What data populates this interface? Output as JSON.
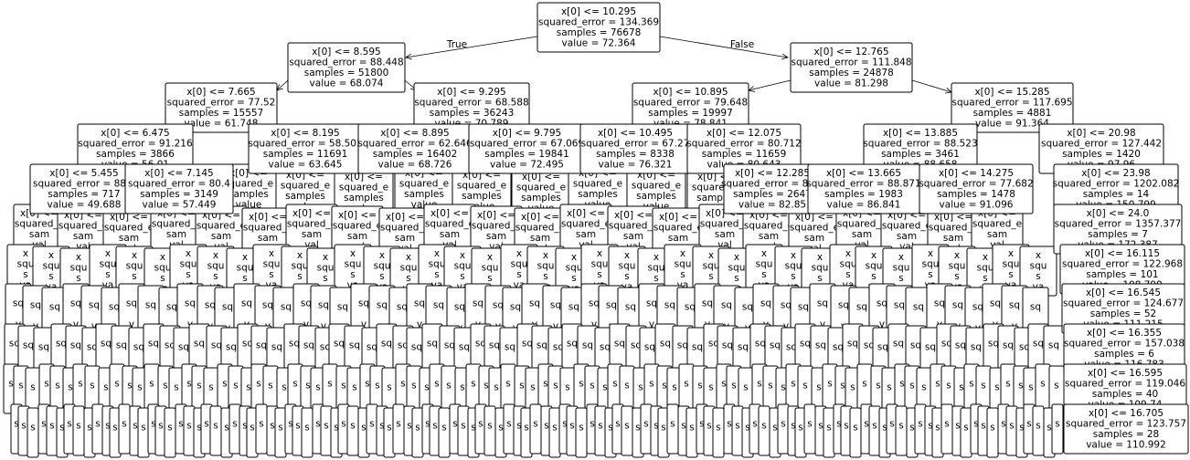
{
  "tree": {
    "edge_labels": {
      "true": "True",
      "false": "False"
    },
    "nodes": {
      "root": {
        "lines": [
          "x[0] <= 10.295",
          "squared_error = 134.369",
          "samples = 76678",
          "value = 72.364"
        ]
      },
      "n_l": {
        "lines": [
          "x[0] <= 8.595",
          "squared_error = 88.448",
          "samples = 51800",
          "value = 68.074"
        ]
      },
      "n_r": {
        "lines": [
          "x[0] <= 12.765",
          "squared_error = 111.848",
          "samples = 24878",
          "value = 81.298"
        ]
      },
      "n_ll": {
        "lines": [
          "x[0] <= 7.665",
          "squared_error = 77.52",
          "samples = 15557",
          "value = 61.748"
        ]
      },
      "n_lr": {
        "lines": [
          "x[0] <= 9.295",
          "squared_error = 68.588",
          "samples = 36243",
          "value = 70.789"
        ]
      },
      "n_rl": {
        "lines": [
          "x[0] <= 10.895",
          "squared_error = 79.648",
          "samples = 19997",
          "value = 78.841"
        ]
      },
      "n_rr": {
        "lines": [
          "x[0] <= 15.285",
          "squared_error = 117.695",
          "samples = 4881",
          "value = 91.364"
        ]
      },
      "d3_a": {
        "lines": [
          "x[0] <= 6.475",
          "squared_error = 91.216",
          "samples = 3866",
          "value = 56.01"
        ]
      },
      "d3_b": {
        "lines": [
          "x[0] <= 8.195",
          "squared_error = 58.503",
          "samples = 11691",
          "value = 63.645"
        ]
      },
      "d3_c": {
        "lines": [
          "x[0] <= 8.895",
          "squared_error = 62.646",
          "samples = 16402",
          "value = 68.726"
        ]
      },
      "d3_d": {
        "lines": [
          "x[0] <= 9.795",
          "squared_error = 67.069",
          "samples = 19841",
          "value = 72.495"
        ]
      },
      "d3_e": {
        "lines": [
          "x[0] <= 10.495",
          "squared_error = 67.27",
          "samples = 8338",
          "value = 76.321"
        ]
      },
      "d3_f": {
        "lines": [
          "x[0] <= 12.075",
          "squared_error = 80.712",
          "samples = 11659",
          "value = 80.643"
        ]
      },
      "d3_g": {
        "lines": [
          "x[0] <= 13.885",
          "squared_error = 88.523",
          "samples = 3461",
          "value = 88.658"
        ]
      },
      "d3_h": {
        "lines": [
          "x[0] <= 20.98",
          "squared_error = 127.442",
          "samples = 1420",
          "value = 97.96"
        ]
      },
      "d4_a": {
        "lines": [
          "x[0] <= 5.455",
          "squared_error = 88.9",
          "samples = 717",
          "value = 49.688"
        ]
      },
      "d4_b": {
        "lines": [
          "x[0] <= 7.145",
          "squared_error = 80.4",
          "samples = 3149",
          "value = 57.449"
        ]
      },
      "d4_m": {
        "lines": [
          "x[0] <= 12.285",
          "squared_error = 82.9",
          "samples = 2647",
          "value = 82.85"
        ]
      },
      "d4_n": {
        "lines": [
          "x[0] <= 13.665",
          "squared_error = 88.871",
          "samples = 1983",
          "value = 86.841"
        ]
      },
      "d4_o": {
        "lines": [
          "x[0] <= 14.275",
          "squared_error = 77.682",
          "samples = 1478",
          "value = 91.096"
        ]
      },
      "d4_p": {
        "lines": [
          "x[0] <= 23.98",
          "squared_error = 1202.082",
          "samples = 14",
          "value = 150.799"
        ]
      },
      "d5_r": {
        "lines": [
          "x[0] <= 24.0",
          "squared_error = 1357.377",
          "samples = 7",
          "value = 172.387"
        ]
      },
      "d6_r": {
        "lines": [
          "x[0] <= 16.115",
          "squared_error = 122.968",
          "samples = 101",
          "value = 108.799"
        ]
      },
      "d7_r": {
        "lines": [
          "x[0] <= 16.545",
          "squared_error = 124.677",
          "samples = 52",
          "value = 111.215"
        ]
      },
      "d8_r": {
        "lines": [
          "x[0] <= 16.355",
          "squared_error = 157.038",
          "samples = 6",
          "value = 116.783"
        ]
      },
      "d9_r": {
        "lines": [
          "x[0] <= 16.595",
          "squared_error = 119.046",
          "samples = 40",
          "value = 109.74"
        ]
      },
      "d10_r": {
        "lines": [
          "x[0] <= 16.705",
          "squared_error = 123.757",
          "samples = 28",
          "value = 110.992"
        ]
      }
    },
    "dense_rows": {
      "d4_fill": {
        "lines": [
          "x[0] <=",
          "squared_e",
          "samples",
          "value"
        ]
      },
      "d5": {
        "lines": [
          "x[0] <=",
          "squared_e",
          "sam",
          "val"
        ]
      },
      "d6": {
        "lines": [
          "x",
          "squ",
          "s",
          "va"
        ]
      },
      "d7": {
        "lines": [
          "",
          "sq",
          "",
          "v"
        ]
      },
      "d8": {
        "lines": [
          "",
          "sq",
          "",
          ""
        ]
      },
      "d9": {
        "lines": [
          "",
          "s",
          "",
          ""
        ]
      },
      "d10": {
        "lines": [
          "",
          "s",
          "",
          ""
        ]
      }
    }
  }
}
